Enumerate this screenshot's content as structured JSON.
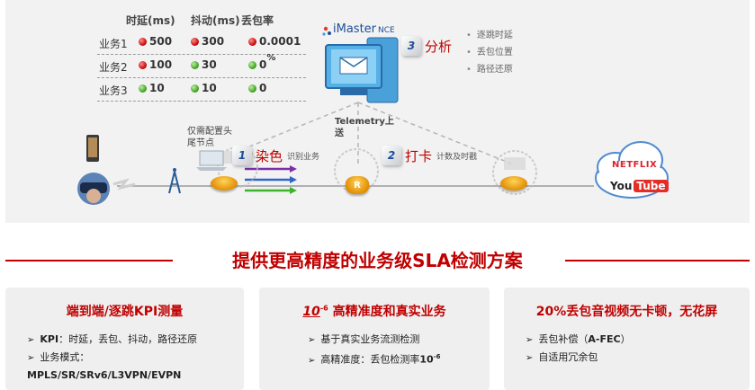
{
  "metrics_table": {
    "headers": [
      "时延(ms)",
      "抖动(ms)",
      "丢包率"
    ],
    "rows": [
      {
        "label": "业务1",
        "latency": "500",
        "latency_status": "red",
        "jitter": "300",
        "jitter_status": "red",
        "loss": "0.0001",
        "loss_status": "red"
      },
      {
        "label": "业务2",
        "latency": "100",
        "latency_status": "red",
        "jitter": "30",
        "jitter_status": "green",
        "loss": "0",
        "loss_extra": "%",
        "loss_status": "green"
      },
      {
        "label": "业务3",
        "latency": "10",
        "latency_status": "green",
        "jitter": "10",
        "jitter_status": "green",
        "loss": "0",
        "loss_status": "green"
      }
    ]
  },
  "controller": {
    "brand": "iMaster",
    "suffix": "NCE"
  },
  "analysis": {
    "num": "3",
    "label": "分析",
    "items": [
      "逐跳时延",
      "丢包位置",
      "路径还原"
    ]
  },
  "telemetry_label": "Telemetry上送",
  "config_note": "仅需配置头尾节点",
  "step_dye": {
    "num": "1",
    "label": "染色",
    "desc": "识别业务"
  },
  "step_punch": {
    "num": "2",
    "label": "打卡",
    "desc": "计数及时戳"
  },
  "router_mark": "R",
  "apps": {
    "netflix": "NETFLIX",
    "youtube_you": "You",
    "youtube_tube": "Tube"
  },
  "main_title": "提供更高精度的业务级SLA检测方案",
  "cards": [
    {
      "title": "端到端/逐跳KPI测量",
      "kpi_label": "KPI",
      "kpi_text": "：时延，丢包、抖动，路径还原",
      "mode_label": "业务模式：",
      "mode_value": "MPLS/SR/SRv6/L3VPN/EVPN"
    },
    {
      "title_base": "10",
      "title_exp": "-6",
      "title_rest": " 高精准度和真实业务",
      "bullet1": "基于真实业务流测检测",
      "bullet2_prefix": "高精准度：丢包检测率",
      "bullet2_base": "10",
      "bullet2_exp": "-6"
    },
    {
      "title": "20%丢包音视频无卡顿，无花屏",
      "bullet1_prefix": "丢包补偿（",
      "bullet1_bold": "A-FEC",
      "bullet1_suffix": "）",
      "bullet2": "自适用冗余包"
    }
  ],
  "colors": {
    "accent": "#c00000",
    "panel": "#f2f2f2",
    "card": "#efefef",
    "nce_blue": "#1d4e9a"
  }
}
